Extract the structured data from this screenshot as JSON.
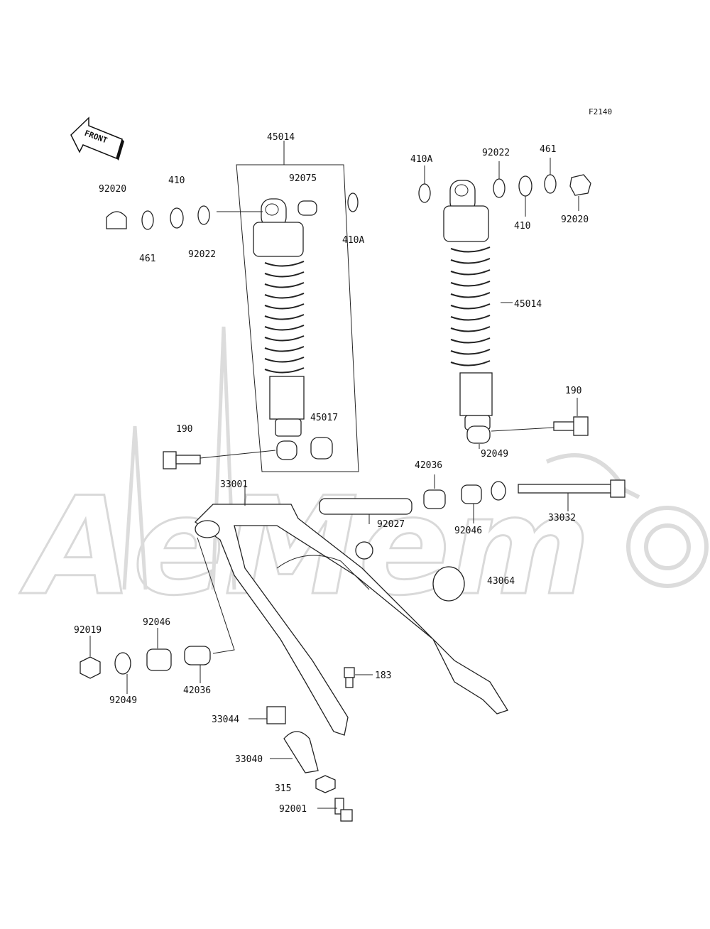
{
  "figure_code": "F2140",
  "front_arrow_text": "FRONT",
  "watermark_text": "AeMem",
  "labels": {
    "l45014_top": "45014",
    "l92075": "92075",
    "l410A_left": "410A",
    "l92020_left": "92020",
    "l410_left": "410",
    "l461_left": "461",
    "l92022_left": "92022",
    "l45017": "45017",
    "l190_left": "190",
    "l410A_right": "410A",
    "l92022_right": "92022",
    "l461_right": "461",
    "l410_right": "410",
    "l92020_right": "92020",
    "l45014_right": "45014",
    "l190_right": "190",
    "l92049_right": "92049",
    "l42036_top": "42036",
    "l33001": "33001",
    "l92027": "92027",
    "l92046_top": "92046",
    "l33032": "33032",
    "l43064": "43064",
    "l92019": "92019",
    "l92046_left": "92046",
    "l92049_left": "92049",
    "l42036_left": "42036",
    "l183": "183",
    "l33044": "33044",
    "l33040": "33040",
    "l315": "315",
    "l92001": "92001"
  },
  "colors": {
    "line": "#222222",
    "watermark": "#d9d9d9",
    "background": "#ffffff"
  },
  "icons": [
    "front-arrow-icon",
    "shock-absorber-icon",
    "swingarm-icon",
    "nut-icon",
    "washer-icon",
    "bolt-icon",
    "bushing-icon",
    "axle-icon"
  ]
}
